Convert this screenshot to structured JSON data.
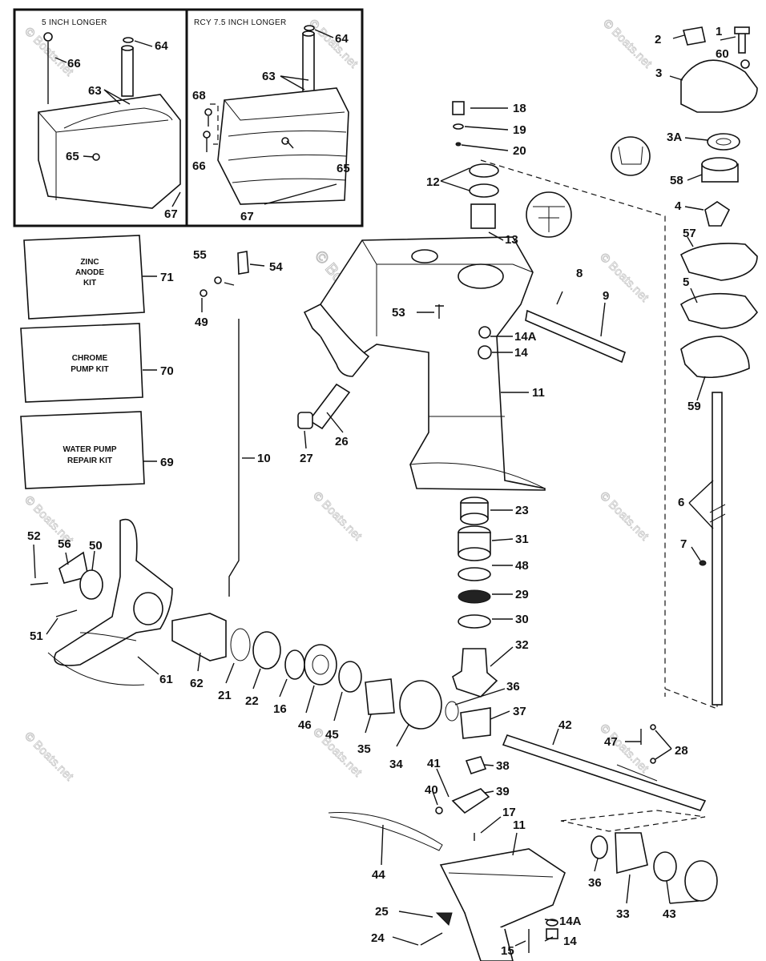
{
  "insets": {
    "left_title": "5 INCH LONGER",
    "right_title": "RCY 7.5 INCH LONGER"
  },
  "kits": [
    {
      "line1": "ZINC",
      "line2": "ANODE",
      "line3": "KIT",
      "number": "71"
    },
    {
      "line1": "CHROME",
      "line2": "PUMP KIT",
      "line3": "",
      "number": "70"
    },
    {
      "line1": "WATER PUMP",
      "line2": "REPAIR KIT",
      "line3": "",
      "number": "69"
    }
  ],
  "watermark": "© Boats.net",
  "callouts": [
    "64",
    "66",
    "63",
    "65",
    "67",
    "64",
    "68",
    "63",
    "66",
    "65",
    "67",
    "1",
    "2",
    "60",
    "3",
    "3A",
    "58",
    "4",
    "57",
    "5",
    "59",
    "6",
    "7",
    "18",
    "19",
    "20",
    "12",
    "13",
    "55",
    "54",
    "49",
    "53",
    "8",
    "9",
    "14A",
    "14",
    "11",
    "26",
    "27",
    "10",
    "23",
    "31",
    "48",
    "29",
    "30",
    "32",
    "52",
    "56",
    "50",
    "51",
    "61",
    "62",
    "21",
    "22",
    "16",
    "46",
    "45",
    "35",
    "34",
    "36",
    "37",
    "42",
    "47",
    "28",
    "41",
    "38",
    "40",
    "39",
    "17",
    "11",
    "44",
    "36",
    "33",
    "43",
    "25",
    "14A",
    "24",
    "15",
    "14"
  ]
}
